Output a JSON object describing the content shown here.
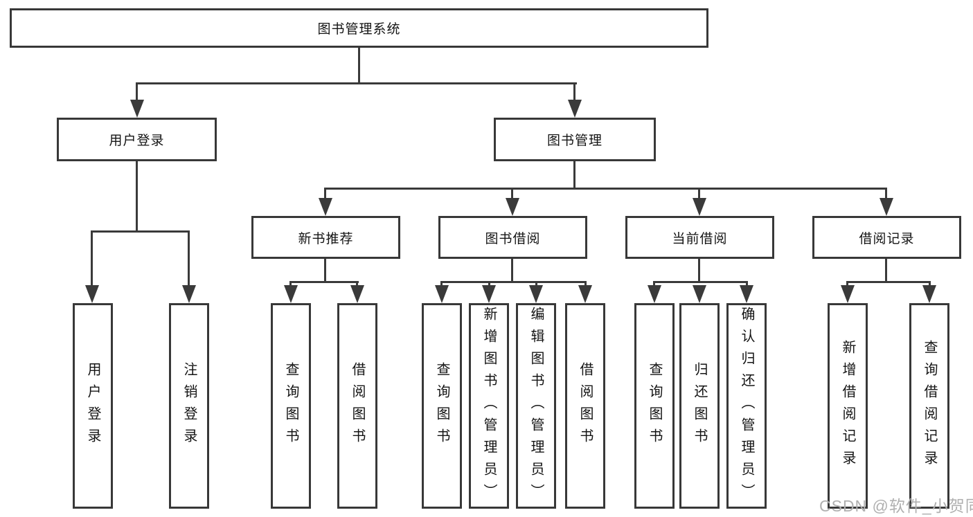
{
  "diagram": {
    "root": {
      "label": "图书管理系统"
    },
    "branches": [
      {
        "label": "用户登录",
        "children": [
          {
            "label": "用户登录"
          },
          {
            "label": "注销登录"
          }
        ]
      },
      {
        "label": "图书管理",
        "children": [
          {
            "label": "新书推荐",
            "children": [
              {
                "label": "查询图书"
              },
              {
                "label": "借阅图书"
              }
            ]
          },
          {
            "label": "图书借阅",
            "children": [
              {
                "label": "查询图书"
              },
              {
                "label": "新增图书（管理员）"
              },
              {
                "label": "编辑图书（管理员）"
              },
              {
                "label": "借阅图书"
              }
            ]
          },
          {
            "label": "当前借阅",
            "children": [
              {
                "label": "查询图书"
              },
              {
                "label": "归还图书"
              },
              {
                "label": "确认归还（管理员）"
              }
            ]
          },
          {
            "label": "借阅记录",
            "children": [
              {
                "label": "新增借阅记录"
              },
              {
                "label": "查询借阅记录"
              }
            ]
          }
        ]
      }
    ]
  },
  "watermark": {
    "text": "CSDN @软件_小贺同学"
  },
  "colors": {
    "line": "#3a3a3a",
    "box_border": "#383838",
    "box_fill": "#ffffff",
    "text": "#141414",
    "watermark": "#b0b0b0",
    "background": "#ffffff"
  }
}
